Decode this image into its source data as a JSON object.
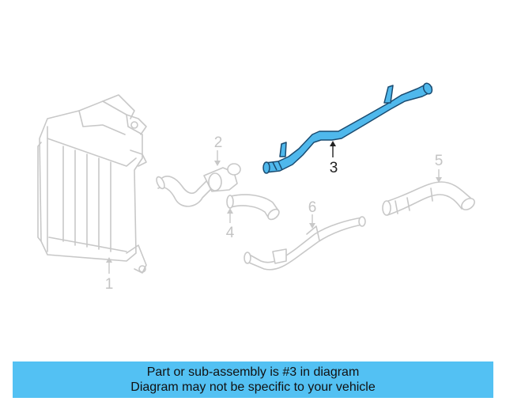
{
  "diagram": {
    "callouts": {
      "c1": "1",
      "c2": "2",
      "c3": "3",
      "c4": "4",
      "c5": "5",
      "c6": "6"
    },
    "highlighted_callout": "3",
    "highlight_color": "#4fb8ec"
  },
  "banner": {
    "line1": "Part or sub-assembly is #3 in diagram",
    "line2": "Diagram may not be specific to your vehicle",
    "background": "#53c1f3"
  }
}
